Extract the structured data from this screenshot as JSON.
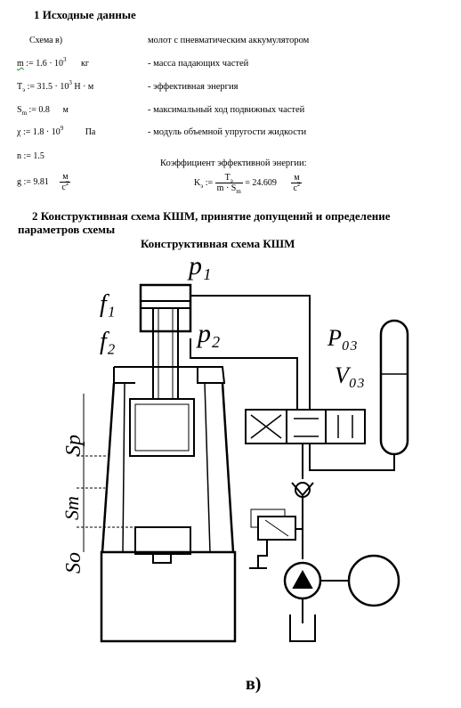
{
  "section1": {
    "title": "1 Исходные данные",
    "scheme_label": "Схема в)",
    "scheme_desc": "молот с пневматическим аккумулятором"
  },
  "params": [
    {
      "sym": "m",
      "sub": "",
      "eq": ":= 1.6 · 10",
      "exp": "3",
      "unit": "кг",
      "desc": "- масса падающих частей"
    },
    {
      "sym": "T",
      "sub": "э",
      "eq": ":= 31.5 · 10",
      "exp": "3",
      "unit": "Н · м",
      "desc": "- эффективная энергия"
    },
    {
      "sym": "S",
      "sub": "m",
      "eq": ":= 0.8",
      "exp": "",
      "unit": "м",
      "desc": "- максимальный ход подвижных частей"
    },
    {
      "sym": "χ",
      "sub": "",
      "eq": ":= 1.8 · 10",
      "exp": "9",
      "unit": "Па",
      "desc": "- модуль объемной упругости жидкости"
    },
    {
      "sym": "n",
      "sub": "",
      "eq": ":= 1.5",
      "exp": "",
      "unit": "",
      "desc": ""
    }
  ],
  "gravity": {
    "sym": "g",
    "eq": ":= 9.81",
    "unit_num": "м",
    "unit_den": "c",
    "unit_den_exp": "2"
  },
  "coef": {
    "title": "Коэффициент эффективной энергии:",
    "lhs": "K",
    "lhs_sub": "э",
    "assign": ":=",
    "num": "T",
    "num_sub": "э",
    "den": "m · S",
    "den_sub": "m",
    "result": "= 24.609",
    "unit_num": "м",
    "unit_den": "c",
    "unit_den_exp": "2"
  },
  "section2": {
    "title_line1": "2 Конструктивная схема КШМ, принятие допущений и определение",
    "title_line2": "параметров схемы",
    "figure_title": "Конструктивная схема КШМ"
  },
  "diagram": {
    "labels": {
      "p1": "p₁",
      "p2": "p₂",
      "f1": "f₁",
      "f2": "f₂",
      "p03": "P₀₃",
      "v03": "V₀₃",
      "sp": "Sp",
      "sm": "Sm",
      "s0": "So",
      "caption": "в)"
    }
  }
}
